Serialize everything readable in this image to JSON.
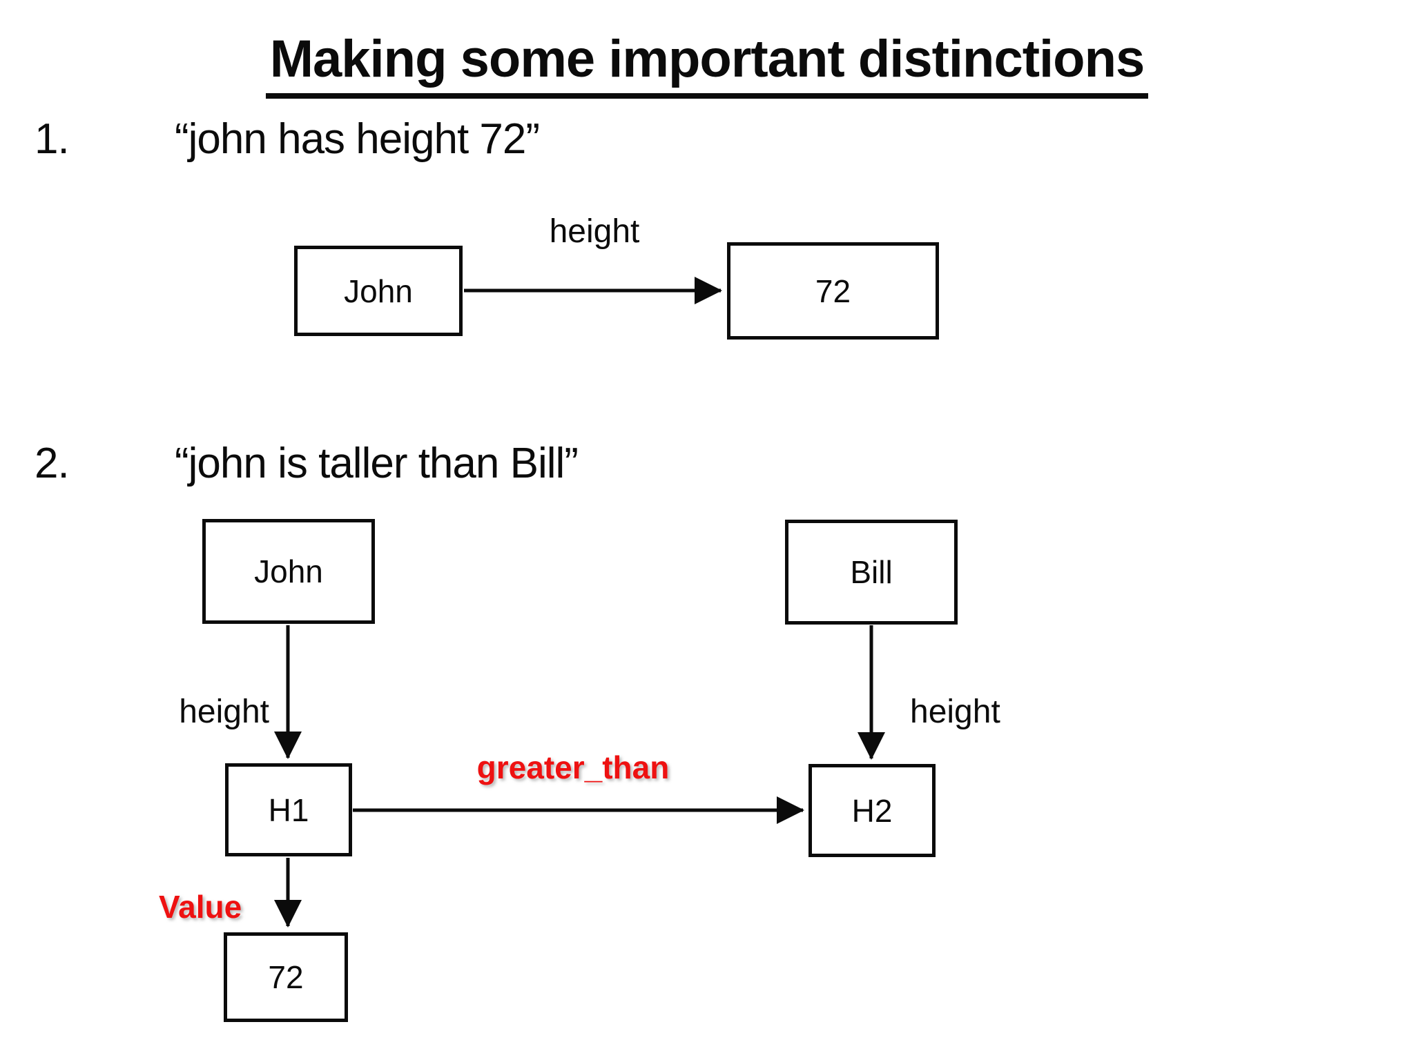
{
  "title": "Making some important distinctions",
  "items": [
    {
      "number": "1.",
      "text": "“john has height 72”"
    },
    {
      "number": "2.",
      "text": "“john is taller than Bill”"
    }
  ],
  "diagram1": {
    "john_node": "John",
    "value_node": "72",
    "height_label": "height"
  },
  "diagram2": {
    "john_node": "John",
    "bill_node": "Bill",
    "h1_node": "H1",
    "h2_node": "H2",
    "value_node": "72",
    "height_left_label": "height",
    "height_right_label": "height",
    "greater_than_label": "greater_than",
    "value_label": "Value"
  },
  "colors": {
    "red_accent": "#ee1111",
    "ink": "#0b0b0b"
  }
}
